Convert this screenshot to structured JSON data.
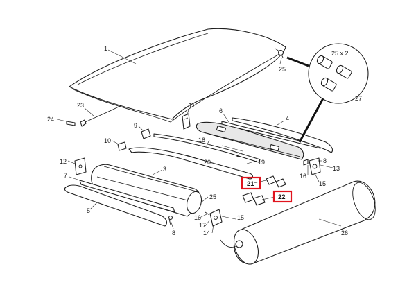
{
  "diagram": {
    "highlight_color": "#e0141e",
    "line_color": "#1e1e1e",
    "callouts": {
      "c1": "1",
      "c2": "2",
      "c3": "3",
      "c4": "4",
      "c5": "5",
      "c6": "6",
      "c7": "7",
      "c8a": "8",
      "c8b": "8",
      "c9": "9",
      "c10": "10",
      "c11": "11",
      "c12": "12",
      "c13": "13",
      "c14": "14",
      "c15a": "15",
      "c15b": "15",
      "c16a": "16",
      "c16b": "16",
      "c17": "17",
      "c18": "18",
      "c19": "19",
      "c20": "20",
      "c21": "21",
      "c22": "22",
      "c23": "23",
      "c24": "24",
      "c25a": "25",
      "c25b": "25",
      "c26": "26",
      "c27": "27"
    },
    "inset_label": "25 x 2",
    "highlighted_callouts": [
      "21",
      "22"
    ]
  }
}
